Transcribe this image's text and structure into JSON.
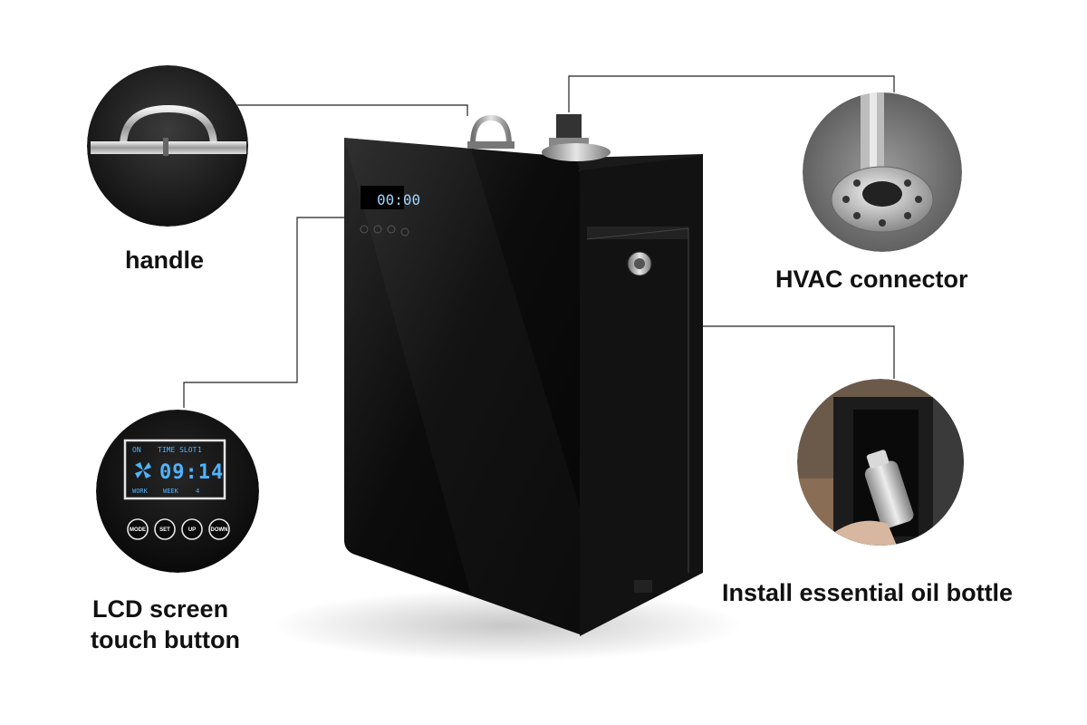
{
  "labels": {
    "handle": "handle",
    "hvac": "HVAC connector",
    "lcd_line1": "LCD screen",
    "lcd_line2": "touch button",
    "install": "Install essential oil bottle"
  },
  "lcd": {
    "on": "ON",
    "time_slot": "TIME SLOT",
    "slot_number": "1",
    "time": "09:14",
    "work": "WORK",
    "week": "WEEK",
    "week_number": "4"
  },
  "buttons": [
    "MODE",
    "SET",
    "UP",
    "DOWN"
  ],
  "colors": {
    "background": "#ffffff",
    "device_body": "#0b0b0b",
    "lcd_digits": "#4fb3ff",
    "label_text": "#111111",
    "leader_lines": "#222222"
  },
  "icons": [
    "fan-icon"
  ]
}
